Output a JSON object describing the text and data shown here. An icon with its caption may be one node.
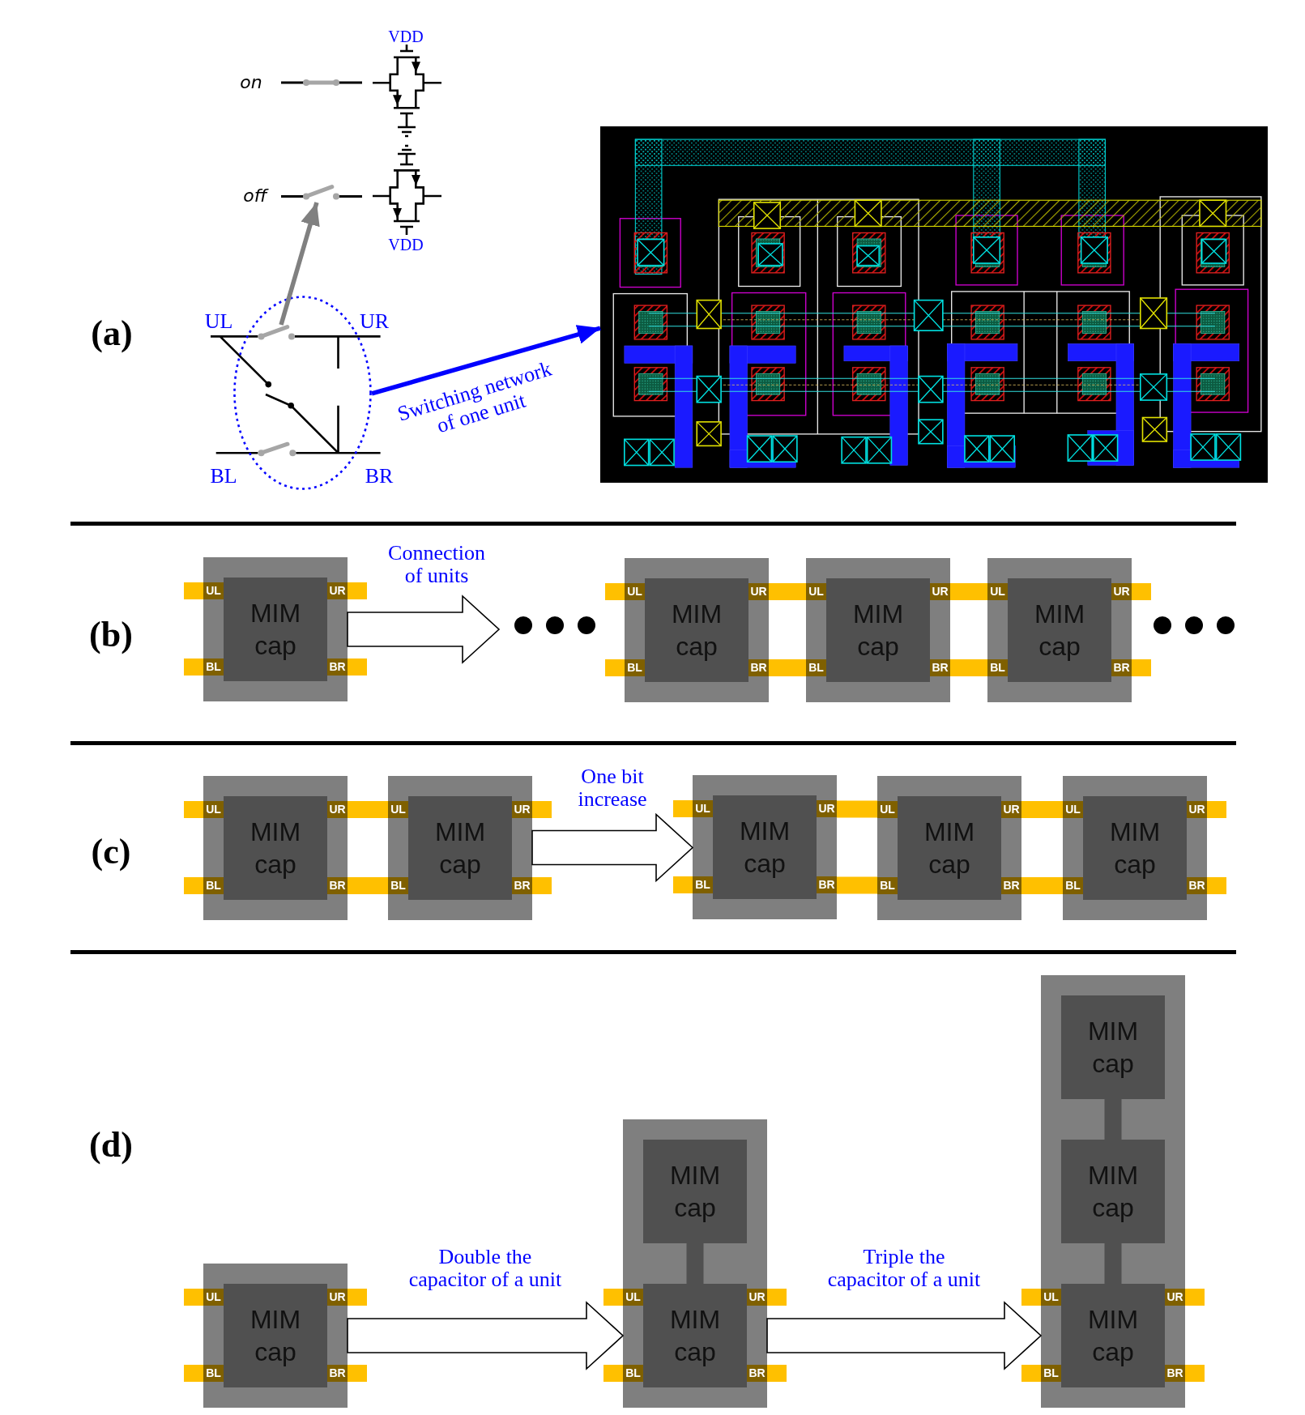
{
  "diagram": {
    "nodes": [
      {
        "text": [],
        "shape": "switch",
        "beside": [
          "off"
        ]
      },
      {
        "text": [],
        "shape": "ellipse"
      },
      {
        "text": [],
        "shape": "switch",
        "in": 1
      },
      {
        "text": [],
        "shape": "picture"
      },
      {
        "text": [],
        "shape": "box"
      },
      {
        "text": [
          "MIM cap"
        ],
        "in": 4
      },
      {
        "text": [
          "UL"
        ],
        "in": 4
      },
      {
        "text": [
          "UR"
        ],
        "in": 4
      },
      {
        "text": [
          "BL"
        ],
        "in": 4
      },
      {
        "text": [
          "BR"
        ],
        "in": 4
      },
      {
        "text": [],
        "shape": "box"
      },
      {
        "text": [
          "MIM cap"
        ],
        "in": 10
      },
      {
        "text": [
          "UL"
        ],
        "in": 10
      },
      {
        "text": [
          "UR"
        ],
        "in": 10
      },
      {
        "text": [
          "BL"
        ],
        "in": 10
      },
      {
        "text": [
          "BR"
        ],
        "in": 10
      },
      {
        "text": [],
        "shape": "box"
      },
      {
        "text": [
          "MIM cap"
        ],
        "in": 16
      },
      {
        "text": [
          "UL"
        ],
        "in": 16
      },
      {
        "text": [
          "UR"
        ],
        "in": 16
      },
      {
        "text": [
          "BL"
        ],
        "in": 16
      },
      {
        "text": [
          "BR"
        ],
        "in": 16
      },
      {
        "text": [],
        "shape": "box"
      },
      {
        "text": [
          "MIM cap"
        ],
        "in": 22
      },
      {
        "text": [
          "UL"
        ],
        "in": 22
      },
      {
        "text": [
          "UR"
        ],
        "in": 22
      },
      {
        "text": [
          "BL"
        ],
        "in": 22
      },
      {
        "text": [
          "BR"
        ],
        "in": 22
      },
      {
        "text": [],
        "shape": "box"
      },
      {
        "text": [
          "MIM cap"
        ],
        "in": 28
      },
      {
        "text": [
          "UL"
        ],
        "in": 28
      },
      {
        "text": [
          "UR"
        ],
        "in": 28
      },
      {
        "text": [
          "BL"
        ],
        "in": 28
      },
      {
        "text": [
          "BR"
        ],
        "in": 28
      },
      {
        "text": [],
        "shape": "box"
      },
      {
        "text": [
          "MIM cap"
        ],
        "in": 34
      },
      {
        "text": [
          "UL"
        ],
        "in": 34
      },
      {
        "text": [
          "UR"
        ],
        "in": 34
      },
      {
        "text": [
          "BL"
        ],
        "in": 34
      },
      {
        "text": [
          "BR"
        ],
        "in": 34
      },
      {
        "text": [],
        "shape": "box"
      },
      {
        "text": [
          "MIM cap"
        ],
        "in": 40
      },
      {
        "text": [
          "UL"
        ],
        "in": 40
      },
      {
        "text": [
          "UR"
        ],
        "in": 40
      },
      {
        "text": [
          "BL"
        ],
        "in": 40
      },
      {
        "text": [
          "BR"
        ],
        "in": 40
      },
      {
        "text": [],
        "shape": "box"
      },
      {
        "text": [
          "MIM cap"
        ],
        "in": 46
      },
      {
        "text": [
          "UL"
        ],
        "in": 46
      },
      {
        "text": [
          "UR"
        ],
        "in": 46
      },
      {
        "text": [
          "BL"
        ],
        "in": 46
      },
      {
        "text": [
          "BR"
        ],
        "in": 46
      },
      {
        "text": [],
        "shape": "box"
      },
      {
        "text": [
          "MIM cap"
        ],
        "in": 52
      },
      {
        "text": [
          "UL"
        ],
        "in": 52
      },
      {
        "text": [
          "UR"
        ],
        "in": 52
      },
      {
        "text": [
          "BL"
        ],
        "in": 52
      },
      {
        "text": [
          "BR"
        ],
        "in": 52
      },
      {
        "text": [],
        "shape": "box"
      },
      {
        "text": [
          "MIM cap"
        ],
        "in": 58
      },
      {
        "text": [
          "UL"
        ],
        "in": 58
      },
      {
        "text": [
          "UR"
        ],
        "in": 58
      },
      {
        "text": [
          "BL"
        ],
        "in": 58
      },
      {
        "text": [
          "BR"
        ],
        "in": 58
      },
      {
        "text": [],
        "shape": "box"
      },
      {
        "text": [
          "MIM cap"
        ],
        "in": 64
      },
      {
        "text": [
          "MIM cap"
        ],
        "in": 64
      },
      {
        "text": [
          "UL"
        ],
        "in": 64
      },
      {
        "text": [
          "UR"
        ],
        "in": 64
      },
      {
        "text": [
          "BL"
        ],
        "in": 64
      },
      {
        "text": [
          "BR"
        ],
        "in": 64
      },
      {
        "text": [],
        "shape": "box"
      },
      {
        "text": [
          "MIM cap"
        ],
        "in": 71
      },
      {
        "text": [
          "MIM cap"
        ],
        "in": 71
      },
      {
        "text": [
          "MIM cap"
        ],
        "in": 71
      },
      {
        "text": [
          "UL"
        ],
        "in": 71
      },
      {
        "text": [
          "UR"
        ],
        "in": 71
      },
      {
        "text": [
          "BL"
        ],
        "in": 71
      },
      {
        "text": [
          "BR"
        ],
        "in": 71
      }
    ],
    "edges": [
      {
        "from": 2,
        "to": 0,
        "arrow": "to",
        "color": "#808080"
      },
      {
        "from": 1,
        "to": 3,
        "arrow": "to",
        "label": "Switching network of one unit",
        "color": "#0000ff"
      },
      {
        "from": 4,
        "to": null,
        "arrow": "to",
        "label": "Connection of units",
        "style": "thick",
        "color": "#000000"
      },
      {
        "from": 13,
        "to": 18,
        "arrow": "none"
      },
      {
        "from": 15,
        "to": 20,
        "arrow": "none"
      },
      {
        "from": 19,
        "to": 24,
        "arrow": "none"
      },
      {
        "from": 21,
        "to": 26,
        "arrow": "none"
      },
      {
        "from": 31,
        "to": 36,
        "arrow": "none"
      },
      {
        "from": 33,
        "to": 38,
        "arrow": "none"
      },
      {
        "from": 34,
        "to": 40,
        "arrow": "to",
        "label": "One bit increase",
        "style": "thick",
        "color": "#000000"
      },
      {
        "from": 43,
        "to": 48,
        "arrow": "none"
      },
      {
        "from": 45,
        "to": 50,
        "arrow": "none"
      },
      {
        "from": 49,
        "to": 54,
        "arrow": "none"
      },
      {
        "from": 51,
        "to": 56,
        "arrow": "none"
      },
      {
        "from": 58,
        "to": 64,
        "arrow": "to",
        "label": "Double the capacitor of a unit",
        "style": "thick",
        "color": "#000000"
      },
      {
        "from": 65,
        "to": 66,
        "arrow": "none",
        "color": "#505050"
      },
      {
        "from": 64,
        "to": 71,
        "arrow": "to",
        "label": "Triple the capacitor of a unit",
        "style": "thick",
        "color": "#000000"
      },
      {
        "from": 72,
        "to": 73,
        "arrow": "none",
        "color": "#505050"
      },
      {
        "from": 73,
        "to": 74,
        "arrow": "none",
        "color": "#505050"
      }
    ],
    "labels": [
      "VDD",
      "on",
      "VDD",
      "(a)",
      "UL",
      "UR",
      "BL",
      "BR",
      "(b)",
      "(c)",
      "(d)"
    ]
  }
}
